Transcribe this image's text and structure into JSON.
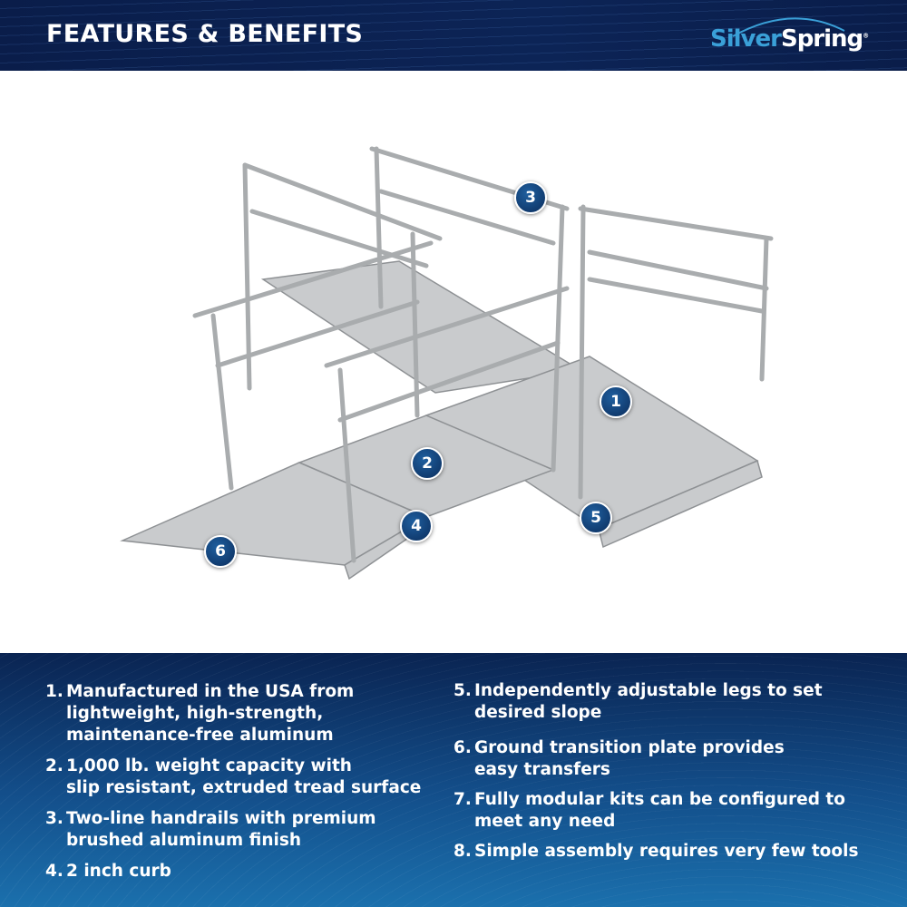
{
  "header": {
    "title": "FEATURES & BENEFITS",
    "logo": {
      "part1": "Silver",
      "part2": "Spring",
      "mark": "®"
    }
  },
  "markers": [
    "1",
    "2",
    "3",
    "4",
    "5",
    "6"
  ],
  "features_left": [
    {
      "num": "1.",
      "lines": [
        "Manufactured in the USA from",
        "lightweight, high-strength,",
        "maintenance-free aluminum"
      ]
    },
    {
      "num": "2.",
      "lines": [
        "1,000 lb. weight capacity with",
        "slip resistant, extruded tread surface"
      ]
    },
    {
      "num": "3.",
      "lines": [
        "Two-line handrails with premium",
        "brushed aluminum finish"
      ]
    },
    {
      "num": "4.",
      "lines": [
        "2 inch curb"
      ]
    }
  ],
  "features_right": [
    {
      "num": "5.",
      "lines": [
        "Independently adjustable legs to set",
        "desired slope"
      ]
    },
    {
      "num": "6.",
      "lines": [
        "Ground transition plate provides",
        "easy transfers"
      ]
    },
    {
      "num": "7.",
      "lines": [
        "Fully modular kits can be configured to",
        "meet any need"
      ]
    },
    {
      "num": "8.",
      "lines": [
        "Simple assembly requires very few tools"
      ]
    }
  ]
}
